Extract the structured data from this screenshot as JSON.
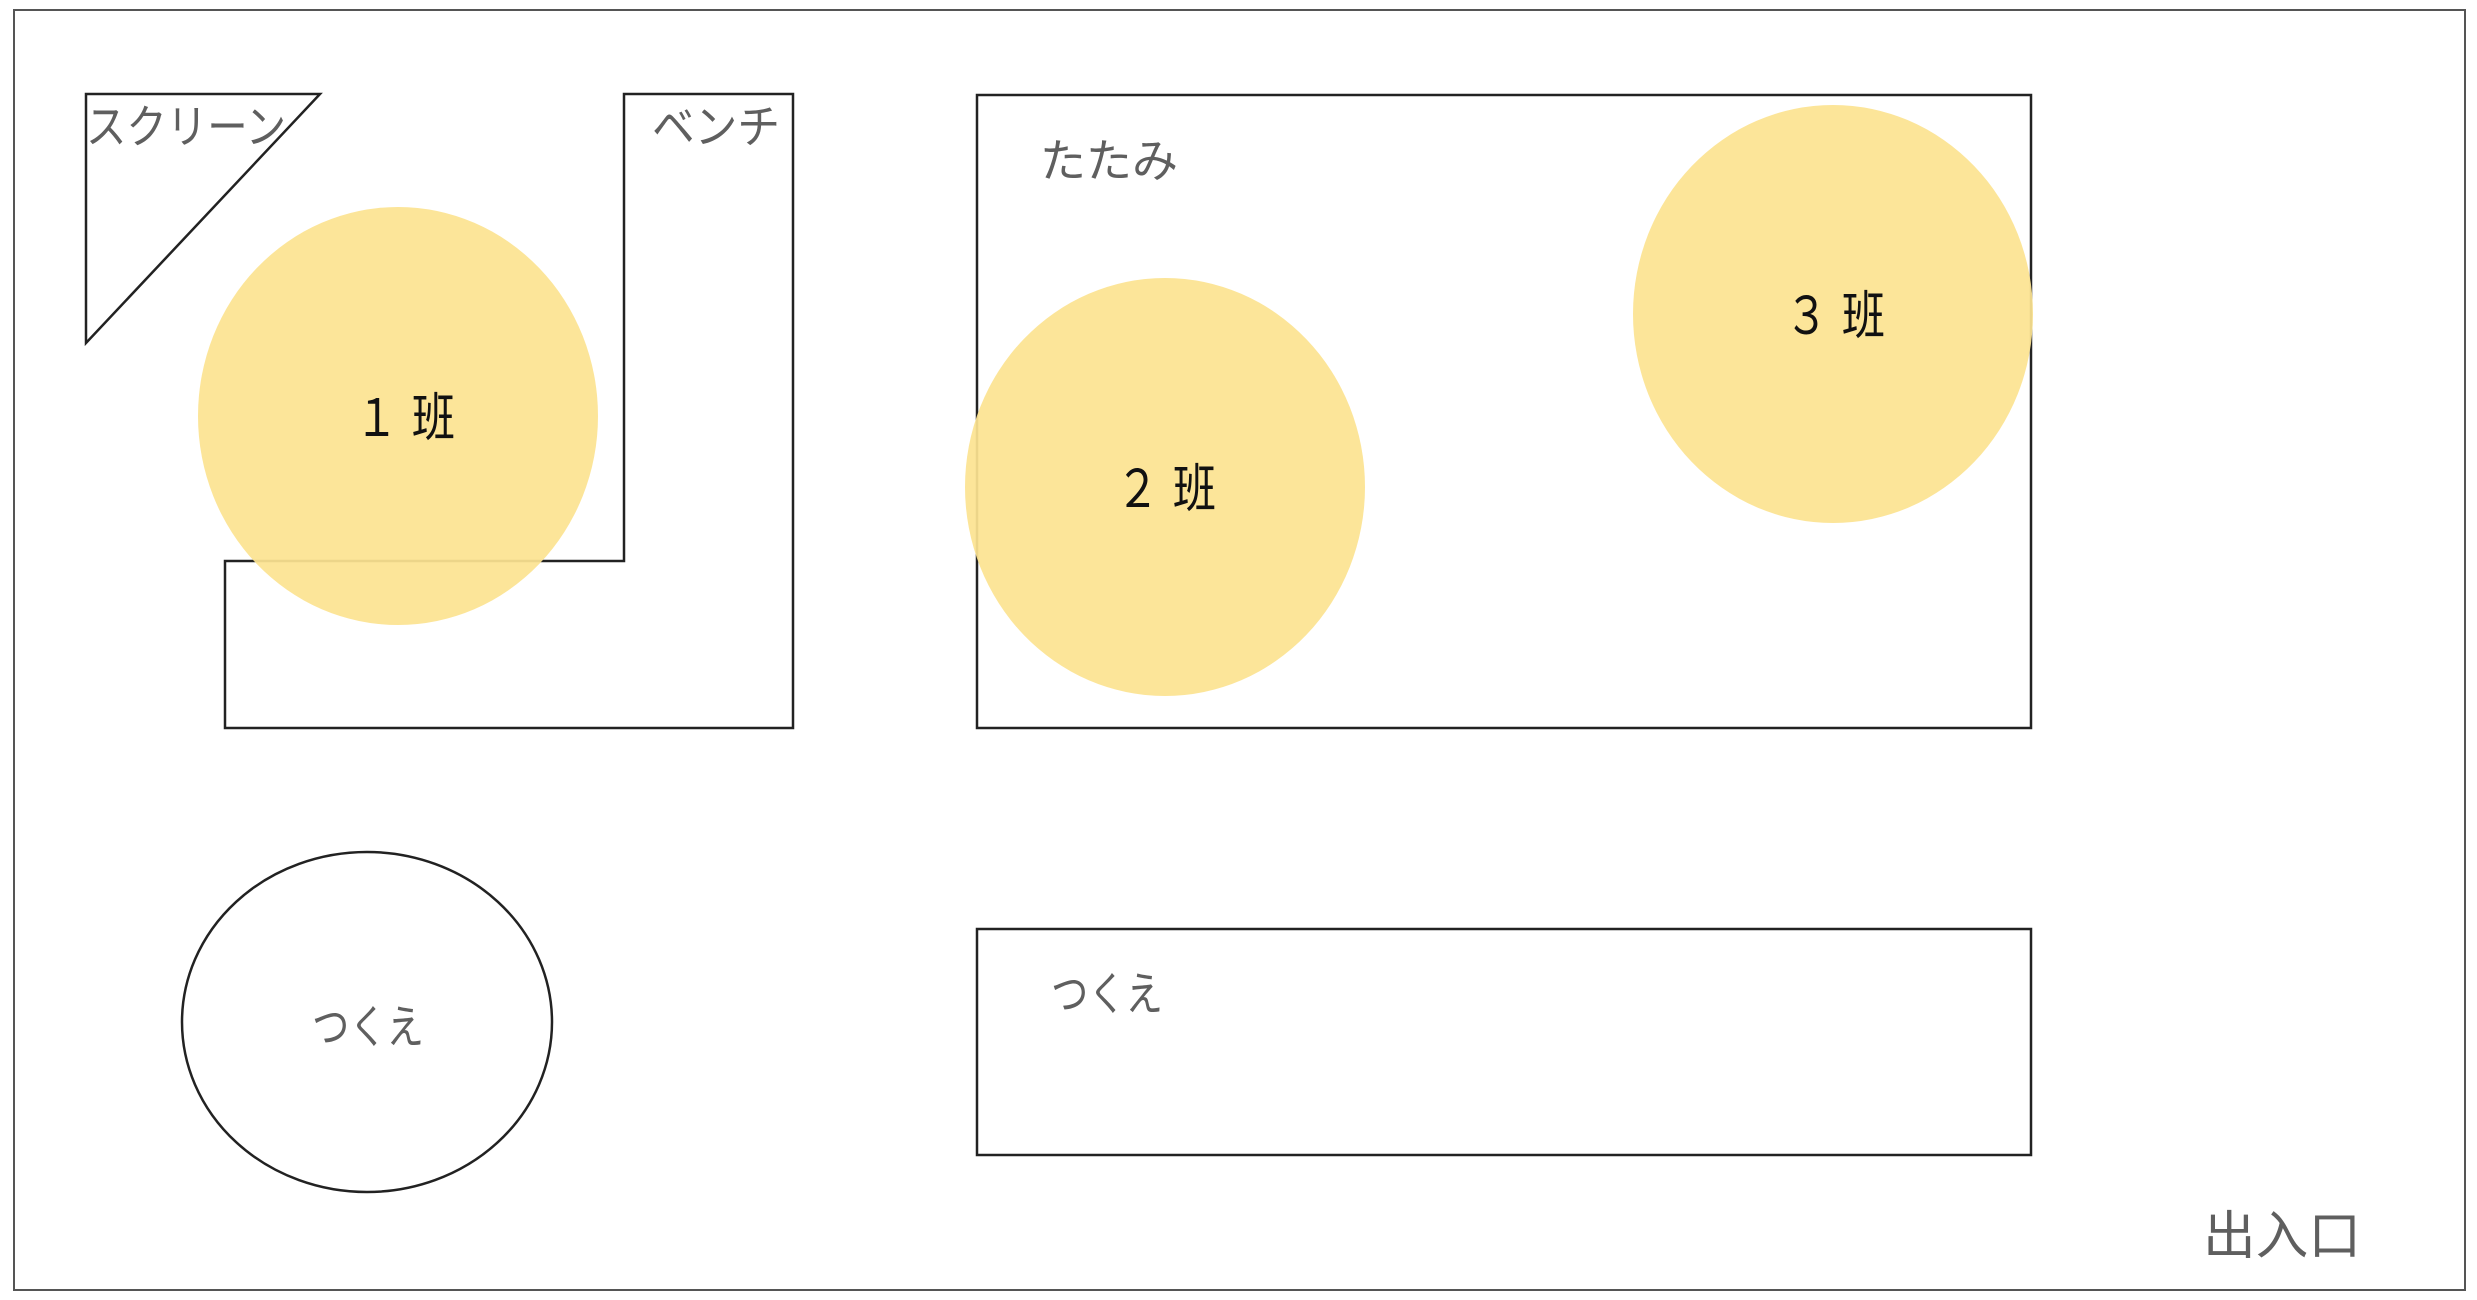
{
  "colors": {
    "group_fill": "#fce391",
    "outline": "#222222",
    "label_gray": "#5f5f5f",
    "label_dark": "#111111"
  },
  "labels": {
    "screen": "スクリーン",
    "bench": "ベンチ",
    "tatami": "たたみ",
    "round_desk": "つくえ",
    "long_desk": "つくえ",
    "entrance": "出入口"
  },
  "groups": [
    {
      "label": "１ 班"
    },
    {
      "label": "２ 班"
    },
    {
      "label": "３ 班"
    }
  ]
}
